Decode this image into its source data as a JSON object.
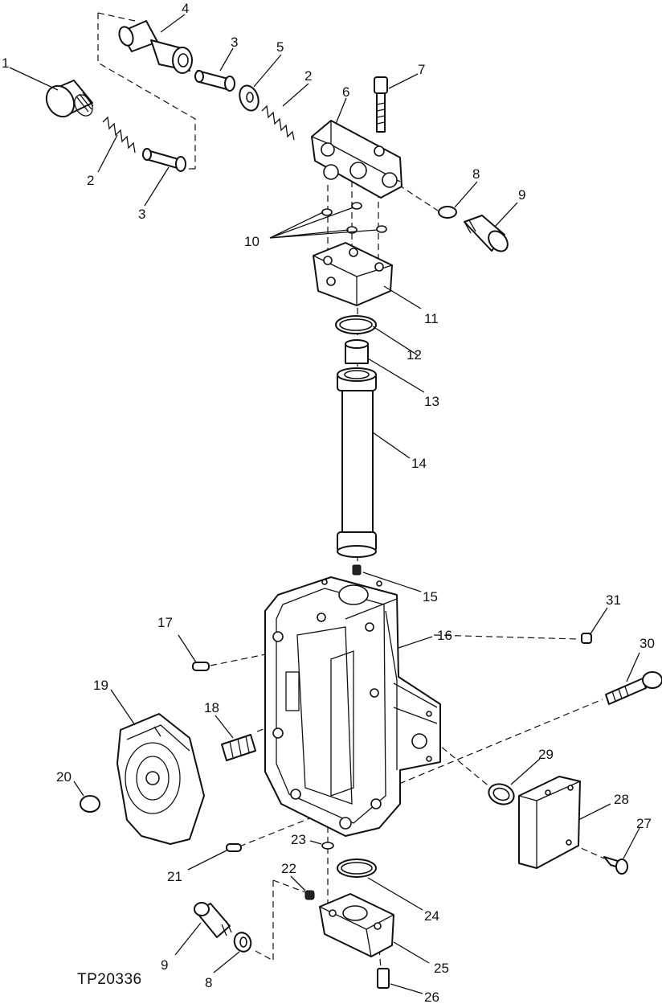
{
  "figure": {
    "code": "TP20336",
    "callouts": [
      {
        "id": "c1",
        "text": "1"
      },
      {
        "id": "c2a",
        "text": "2"
      },
      {
        "id": "c2b",
        "text": "2"
      },
      {
        "id": "c3a",
        "text": "3"
      },
      {
        "id": "c3b",
        "text": "3"
      },
      {
        "id": "c4",
        "text": "4"
      },
      {
        "id": "c5",
        "text": "5"
      },
      {
        "id": "c6",
        "text": "6"
      },
      {
        "id": "c7",
        "text": "7"
      },
      {
        "id": "c8a",
        "text": "8"
      },
      {
        "id": "c8b",
        "text": "8"
      },
      {
        "id": "c9a",
        "text": "9"
      },
      {
        "id": "c9b",
        "text": "9"
      },
      {
        "id": "c10",
        "text": "10"
      },
      {
        "id": "c11",
        "text": "11"
      },
      {
        "id": "c12",
        "text": "12"
      },
      {
        "id": "c13",
        "text": "13"
      },
      {
        "id": "c14",
        "text": "14"
      },
      {
        "id": "c15",
        "text": "15"
      },
      {
        "id": "c16",
        "text": "16"
      },
      {
        "id": "c17",
        "text": "17"
      },
      {
        "id": "c18",
        "text": "18"
      },
      {
        "id": "c19",
        "text": "19"
      },
      {
        "id": "c20",
        "text": "20"
      },
      {
        "id": "c21",
        "text": "21"
      },
      {
        "id": "c22",
        "text": "22"
      },
      {
        "id": "c23",
        "text": "23"
      },
      {
        "id": "c24",
        "text": "24"
      },
      {
        "id": "c25",
        "text": "25"
      },
      {
        "id": "c26",
        "text": "26"
      },
      {
        "id": "c27",
        "text": "27"
      },
      {
        "id": "c28",
        "text": "28"
      },
      {
        "id": "c29",
        "text": "29"
      },
      {
        "id": "c30",
        "text": "30"
      },
      {
        "id": "c31",
        "text": "31"
      }
    ]
  }
}
